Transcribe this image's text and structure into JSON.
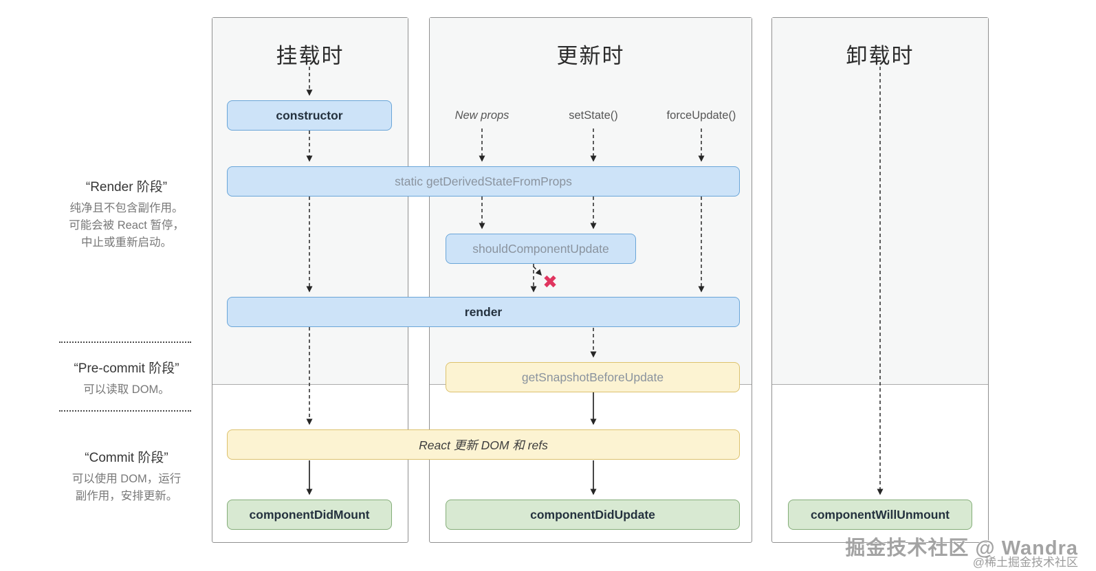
{
  "columns": [
    {
      "title": "挂载时"
    },
    {
      "title": "更新时"
    },
    {
      "title": "卸载时"
    }
  ],
  "phases": {
    "render": {
      "title": "“Render 阶段”",
      "lines": [
        "纯净且不包含副作用。",
        "可能会被 React 暂停，",
        "中止或重新启动。"
      ]
    },
    "pre_commit": {
      "title": "“Pre-commit 阶段”",
      "lines": [
        "可以读取 DOM。"
      ]
    },
    "commit": {
      "title": "“Commit 阶段”",
      "lines": [
        "可以使用 DOM，运行",
        "副作用，安排更新。"
      ]
    }
  },
  "triggers": {
    "new_props": "New props",
    "set_state": "setState()",
    "force_update": "forceUpdate()"
  },
  "boxes": {
    "constructor": "constructor",
    "get_derived_state_from_props": "static getDerivedStateFromProps",
    "should_component_update": "shouldComponentUpdate",
    "render": "render",
    "get_snapshot_before_update": "getSnapshotBeforeUpdate",
    "react_updates_dom": "React 更新 DOM 和 refs",
    "component_did_mount": "componentDidMount",
    "component_did_update": "componentDidUpdate",
    "component_will_unmount": "componentWillUnmount"
  },
  "icons": {
    "skip_render_x": "✖"
  },
  "watermark": {
    "line1": "掘金技术社区 @ Wandra",
    "line2": "@稀土掘金技术社区"
  },
  "colors": {
    "box_blue_fill": "#cde3f8",
    "box_blue_border": "#69a5d8",
    "box_yellow_fill": "#fcf3d2",
    "box_yellow_border": "#dcc16c",
    "box_green_fill": "#d8e9d2",
    "box_green_border": "#84ad78",
    "panel_gray": "#f6f7f7",
    "panel_border": "#8f8f8f",
    "skip_x_red": "#e0355f",
    "arrow": "#262626"
  }
}
